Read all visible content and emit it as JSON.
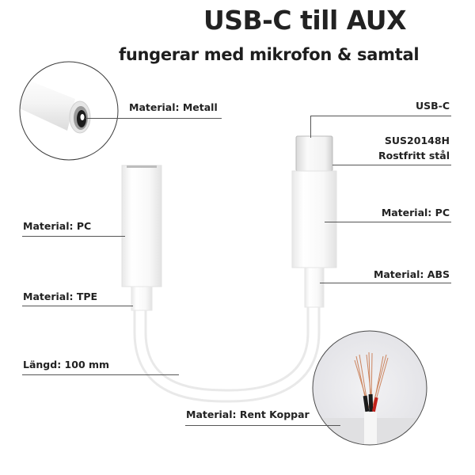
{
  "header": {
    "title": "USB-C till AUX",
    "subtitle": "fungerar med mikrofon & samtal"
  },
  "labels": {
    "jack_metal": "Material: Metall",
    "usb_c": "USB-C",
    "usbc_steel_code": "SUS20148H",
    "usbc_steel_desc": "Rostfritt stål",
    "usbc_body": "Material: PC",
    "usbc_strain_relief": "Material: ABS",
    "jack_body": "Material: PC",
    "jack_strain_relief": "Material: TPE",
    "length": "Längd: 100 mm",
    "copper": "Material: Rent Koppar"
  },
  "colors": {
    "text": "#222222",
    "line": "#555555",
    "copper": "#c8794f",
    "red_wire": "#c0201a"
  }
}
